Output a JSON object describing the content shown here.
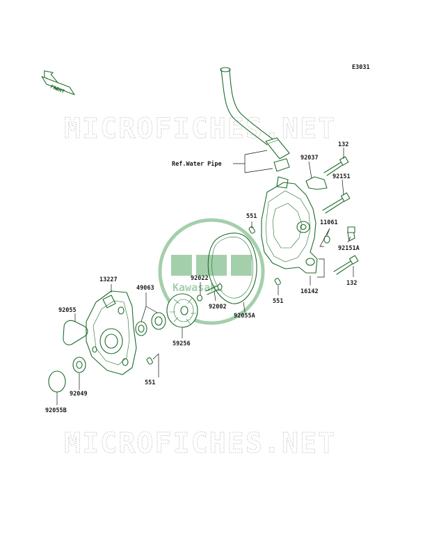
{
  "diagram_code": "E3031",
  "front_arrow_label": "FRONT",
  "watermark_text": "MICROFICHES.NET",
  "center_logo_text": "Kawasaki",
  "colors": {
    "part_line": "#1d6b2a",
    "label": "#1a1a1a",
    "watermark": "#c8c8c8",
    "logo": "#5aa868"
  },
  "parts": {
    "ref_water_pipe": "Ref.Water Pipe",
    "p92037": "92037",
    "p132_top": "132",
    "p92151": "92151",
    "p551_top": "551",
    "p11061": "11061",
    "p92151a": "92151A",
    "p132_bottom": "132",
    "p551_right": "551",
    "p16142": "16142",
    "p92055a": "92055A",
    "p92022": "92022",
    "p92002": "92002",
    "p59256": "59256",
    "p49063": "49063",
    "p13227": "13227",
    "p92055": "92055",
    "p92049": "92049",
    "p551_bottom": "551",
    "p92055b": "92055B"
  }
}
